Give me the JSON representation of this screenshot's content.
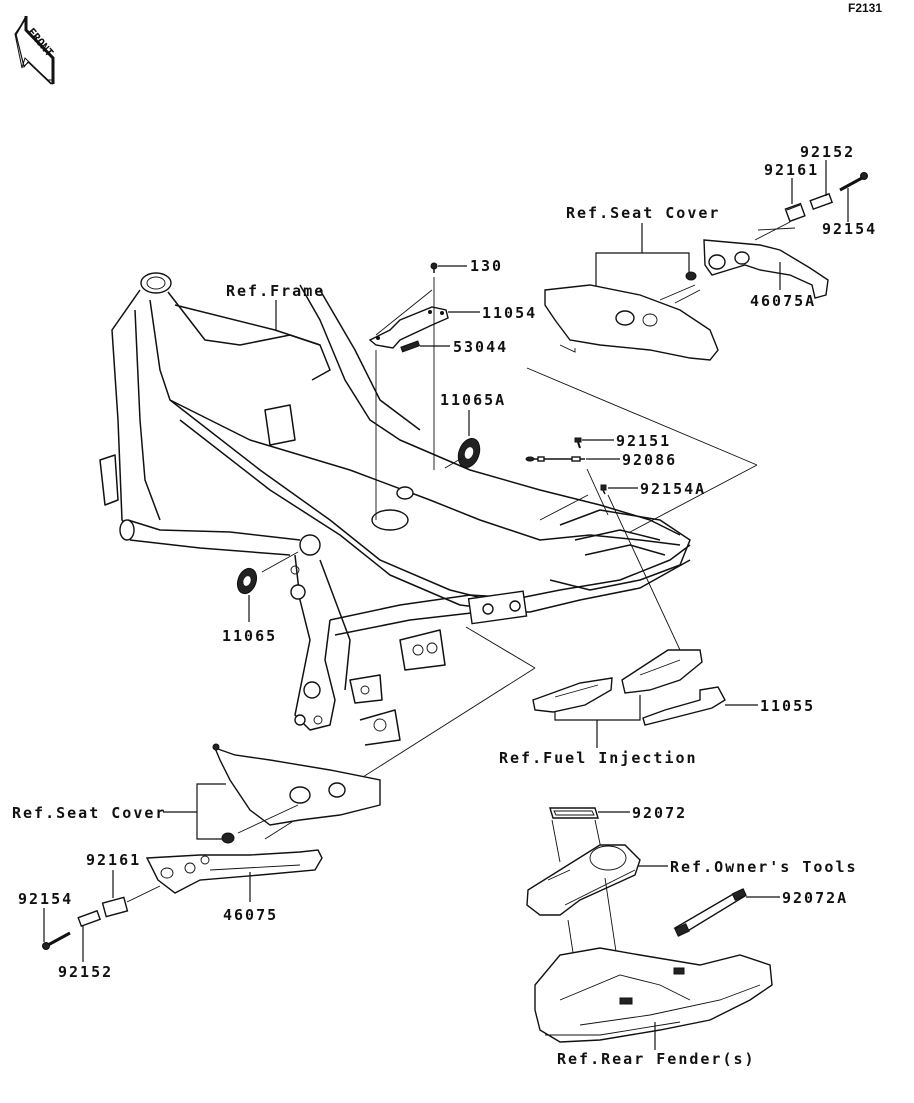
{
  "diagram": {
    "code": "F2131",
    "front_marker": "FRONT",
    "labels": {
      "ref_frame": "Ref.Frame",
      "ref_seat_cover_top": "Ref.Seat Cover",
      "ref_seat_cover_bottom": "Ref.Seat Cover",
      "ref_fuel_injection": "Ref.Fuel Injection",
      "ref_owners_tools": "Ref.Owner's Tools",
      "ref_rear_fender": "Ref.Rear Fender(s)"
    },
    "parts": {
      "p130": "130",
      "p11054": "11054",
      "p53044": "53044",
      "p11065A": "11065A",
      "p92151": "92151",
      "p92086": "92086",
      "p92154A": "92154A",
      "p11065": "11065",
      "p11055": "11055",
      "p92152_top": "92152",
      "p92161_top": "92161",
      "p92154_top": "92154",
      "p46075A": "46075A",
      "p92161_bottom": "92161",
      "p92154_bottom": "92154",
      "p92152_bottom": "92152",
      "p46075": "46075",
      "p92072": "92072",
      "p92072A": "92072A"
    }
  }
}
